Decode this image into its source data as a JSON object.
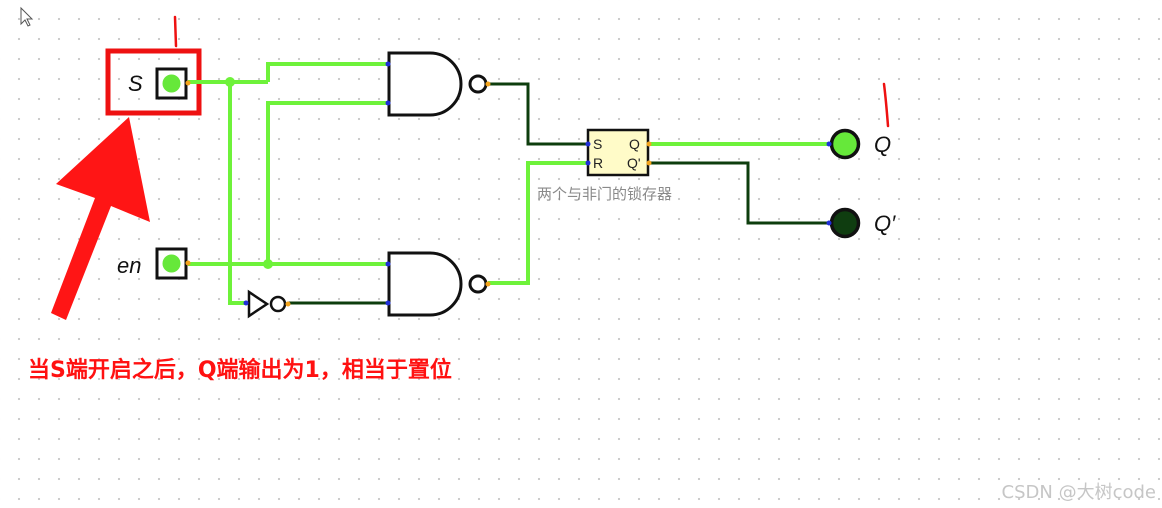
{
  "inputs": {
    "s": {
      "label": "S",
      "state": "on"
    },
    "en": {
      "label": "en",
      "state": "on"
    }
  },
  "outputs": {
    "q": {
      "label": "Q",
      "state": "on"
    },
    "q_bar": {
      "label": "Q′",
      "state": "off"
    }
  },
  "latch": {
    "caption": "两个与非门的锁存器",
    "pin_s": "S",
    "pin_r": "R",
    "pin_q": "Q",
    "pin_q_bar": "Q'"
  },
  "annotation": "当S端开启之后，Q端输出为1，相当于置位",
  "watermark": "CSDN @大树code",
  "colors": {
    "wire_on": "#6ef23a",
    "wire_off": "#0d3d0d",
    "led_on": "#66e83a",
    "led_off": "#0f3d10",
    "annotation_red": "#ff1111",
    "latch_fill": "#fffbc8",
    "pin_blue": "#1f2fd8",
    "pin_orange": "#f2a31b"
  },
  "icons": [
    "cursor-icon",
    "nand-gate-icon",
    "not-gate-icon",
    "red-arrow-icon"
  ]
}
